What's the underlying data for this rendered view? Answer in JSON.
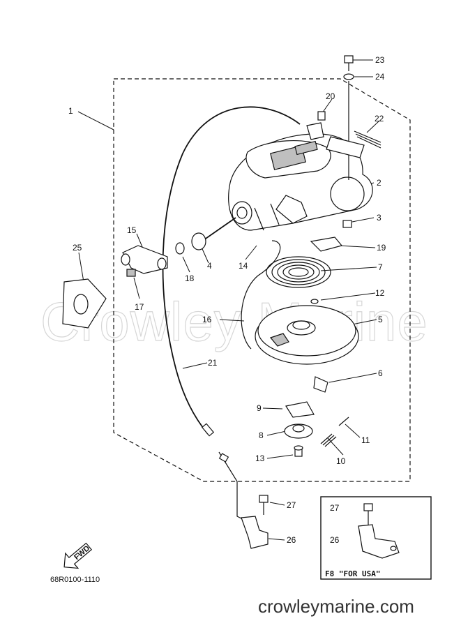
{
  "watermark": "Crowley Marine",
  "site_url": "crowleymarine.com",
  "diagram_code": "68R0100-1110",
  "inset_label": "F8 \"FOR USA\"",
  "fwd_label": "FWD",
  "callouts": {
    "c1": "1",
    "c2": "2",
    "c3": "3",
    "c4": "4",
    "c5": "5",
    "c6": "6",
    "c7": "7",
    "c8": "8",
    "c9": "9",
    "c10": "10",
    "c11": "11",
    "c12": "12",
    "c13": "13",
    "c14": "14",
    "c15": "15",
    "c16": "16",
    "c17": "17",
    "c18": "18",
    "c19": "19",
    "c20": "20",
    "c21": "21",
    "c22": "22",
    "c23": "23",
    "c24": "24",
    "c25": "25",
    "c26": "26",
    "c27": "27",
    "c26b": "26",
    "c27b": "27"
  }
}
